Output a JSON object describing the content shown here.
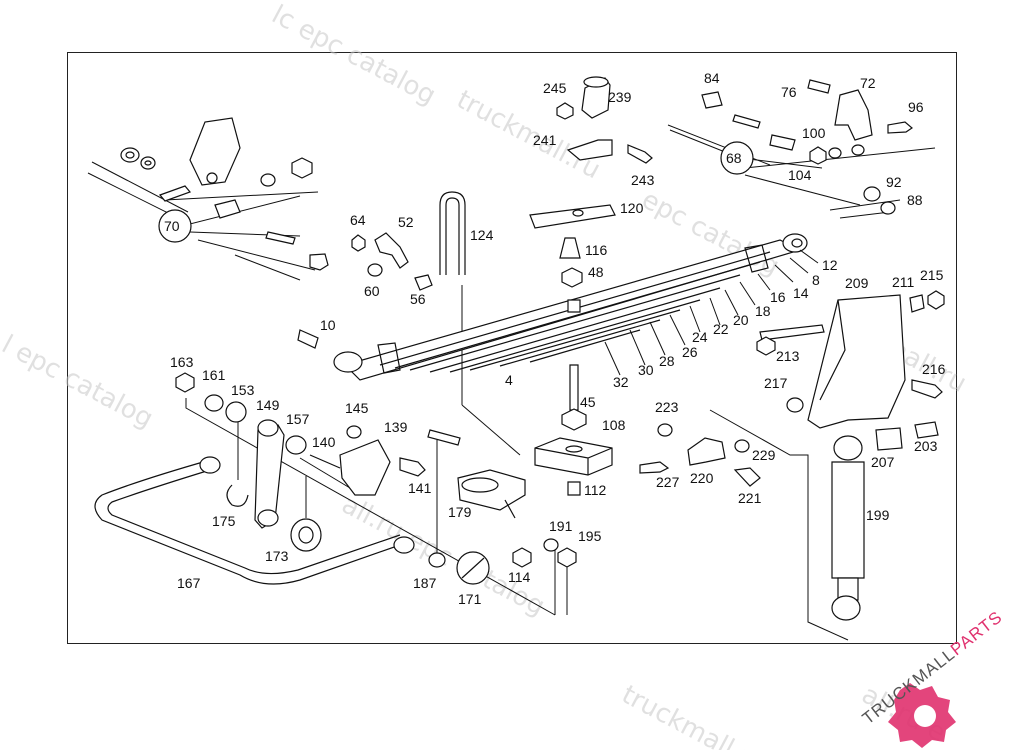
{
  "watermarks": [
    "lc epc catalog",
    "truckmall.ru",
    "epc catalog",
    "l epc catalog",
    "mall.ru",
    "all.ru epc catalog",
    "truckmall.ru",
    "all.ru e"
  ],
  "brand": {
    "text_primary": "TRUCKMALL",
    "text_accent": "PARTS",
    "accent_color": "#e0316e"
  },
  "callouts": {
    "c245": "245",
    "c239": "239",
    "c241": "241",
    "c243": "243",
    "c84": "84",
    "c76": "76",
    "c72": "72",
    "c96": "96",
    "c100": "100",
    "c68": "68",
    "c104": "104",
    "c92": "92",
    "c88": "88",
    "c70": "70",
    "c64": "64",
    "c52": "52",
    "c60": "60",
    "c56": "56",
    "c124": "124",
    "c120": "120",
    "c116": "116",
    "c48": "48",
    "c12": "12",
    "c8": "8",
    "c14": "14",
    "c16": "16",
    "c18": "18",
    "c20": "20",
    "c22": "22",
    "c24": "24",
    "c26": "26",
    "c28": "28",
    "c30": "30",
    "c32": "32",
    "c4": "4",
    "c10": "10",
    "c209": "209",
    "c211": "211",
    "c215": "215",
    "c213": "213",
    "c216": "216",
    "c217": "217",
    "c163": "163",
    "c161": "161",
    "c153": "153",
    "c149": "149",
    "c157": "157",
    "c145": "145",
    "c139": "139",
    "c140": "140",
    "c141": "141",
    "c45": "45",
    "c108": "108",
    "c223": "223",
    "c229": "229",
    "c220": "220",
    "c227": "227",
    "c221": "221",
    "c112": "112",
    "c207": "207",
    "c203": "203",
    "c199": "199",
    "c179": "179",
    "c175": "175",
    "c173": "173",
    "c167": "167",
    "c187": "187",
    "c171": "171",
    "c114": "114",
    "c191": "191",
    "c195": "195"
  }
}
